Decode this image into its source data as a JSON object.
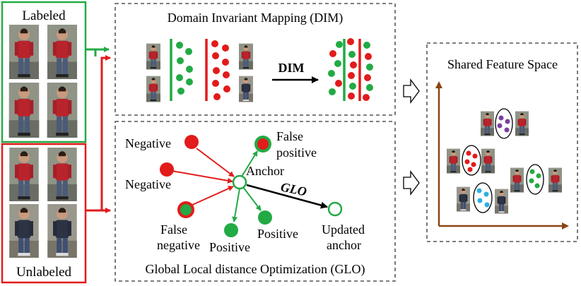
{
  "left_panel": {
    "labeled_title": "Labeled",
    "unlabeled_title": "Unlabeled",
    "labeled_color": "#22aa44",
    "unlabeled_color": "#e21b1b"
  },
  "dim_panel": {
    "title": "Domain Invariant Mapping (DIM)",
    "arrow_label": "DIM"
  },
  "glo_panel": {
    "title": "Global Local distance Optimization (GLO)",
    "labels": {
      "negative": "Negative",
      "false_positive_line1": "False",
      "false_positive_line2": "positive",
      "anchor": "Anchor",
      "glo": "GLO",
      "false_negative_line1": "False",
      "false_negative_line2": "negative",
      "positive": "Positive",
      "updated_anchor_line1": "Updated",
      "updated_anchor_line2": "anchor"
    }
  },
  "shared_panel": {
    "title": "Shared Feature Space",
    "axis_color": "#8b4513",
    "cluster_colors": [
      "#7b3fa0",
      "#e21b1b",
      "#2ab0e0",
      "#22aa44"
    ]
  },
  "colors": {
    "green": "#22aa44",
    "red": "#e21b1b",
    "black": "#000000"
  },
  "icons": {
    "person_thumbnail": "person-thumbnail-icon",
    "flow_arrow": "hollow-right-arrow-icon"
  }
}
